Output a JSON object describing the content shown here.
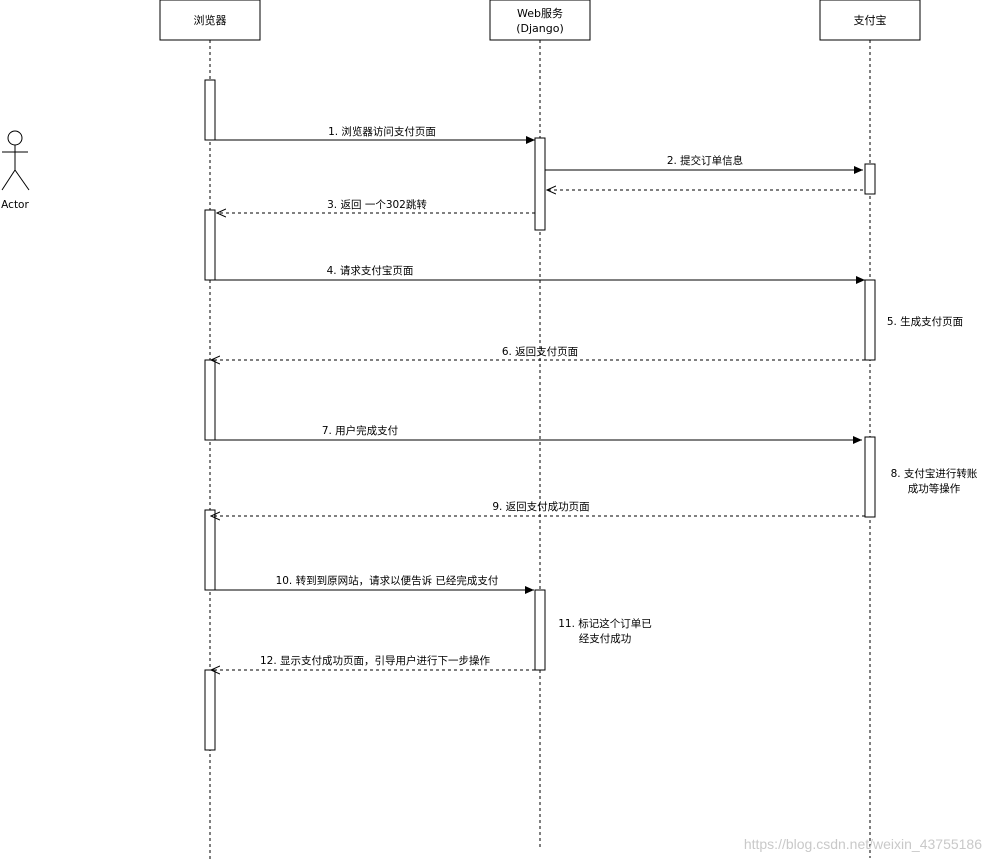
{
  "participants": [
    {
      "id": "browser",
      "lines": [
        "浏览器"
      ]
    },
    {
      "id": "web",
      "lines": [
        "Web服务",
        "(Django)"
      ]
    },
    {
      "id": "alipay",
      "lines": [
        "支付宝"
      ]
    }
  ],
  "actor": {
    "label": "Actor"
  },
  "messages": [
    {
      "id": "m1",
      "label": "1. 浏览器访问支付页面",
      "from": "browser",
      "to": "web",
      "style": "solid"
    },
    {
      "id": "m2",
      "label": "2. 提交订单信息",
      "from": "web",
      "to": "alipay",
      "style": "solid"
    },
    {
      "id": "m2r",
      "label": "",
      "from": "alipay",
      "to": "web",
      "style": "dashed"
    },
    {
      "id": "m3",
      "label": "3. 返回 一个302跳转",
      "from": "web",
      "to": "browser",
      "style": "dashed"
    },
    {
      "id": "m4",
      "label": "4. 请求支付宝页面",
      "from": "browser",
      "to": "alipay",
      "style": "solid"
    },
    {
      "id": "m6",
      "label": "6. 返回支付页面",
      "from": "alipay",
      "to": "browser",
      "style": "dashed"
    },
    {
      "id": "m7",
      "label": "7. 用户完成支付",
      "from": "browser",
      "to": "alipay",
      "style": "solid"
    },
    {
      "id": "m9",
      "label": "9. 返回支付成功页面",
      "from": "alipay",
      "to": "browser",
      "style": "dashed"
    },
    {
      "id": "m10",
      "label": "10. 转到到原网站，请求以便告诉 已经完成支付",
      "from": "browser",
      "to": "web",
      "style": "solid"
    },
    {
      "id": "m12",
      "label": "12. 显示支付成功页面，引导用户进行下一步操作",
      "from": "web",
      "to": "browser",
      "style": "dashed"
    }
  ],
  "notes": [
    {
      "id": "n5",
      "lines": [
        "5. 生成支付页面"
      ]
    },
    {
      "id": "n8",
      "lines": [
        "8. 支付宝进行转账",
        "成功等操作"
      ]
    },
    {
      "id": "n11",
      "lines": [
        "11. 标记这个订单已",
        "经支付成功"
      ]
    }
  ],
  "watermark": "https://blog.csdn.net/weixin_43755186"
}
